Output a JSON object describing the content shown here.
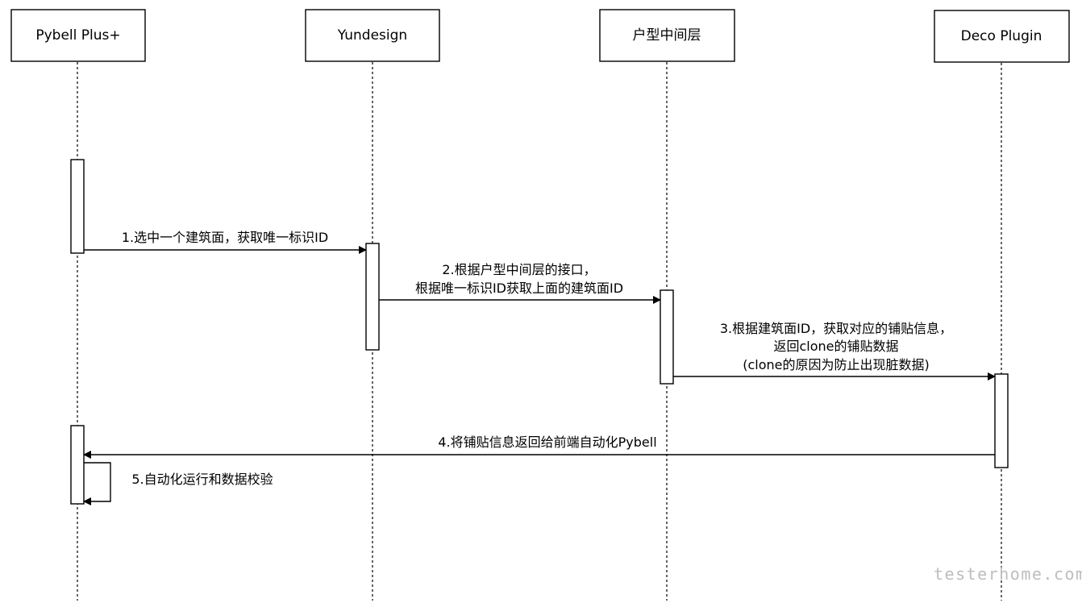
{
  "participants": [
    {
      "id": "pybell",
      "label": "Pybell Plus+"
    },
    {
      "id": "yundesign",
      "label": "Yundesign"
    },
    {
      "id": "huxing",
      "label": "户型中间层"
    },
    {
      "id": "deco",
      "label": "Deco Plugin"
    }
  ],
  "messages": [
    {
      "from": "pybell",
      "to": "yundesign",
      "lines": [
        "1.选中一个建筑面，获取唯一标识ID"
      ]
    },
    {
      "from": "yundesign",
      "to": "huxing",
      "lines": [
        "2.根据户型中间层的接口，",
        "根据唯一标识ID获取上面的建筑面ID"
      ]
    },
    {
      "from": "huxing",
      "to": "deco",
      "lines": [
        "3.根据建筑面ID，获取对应的铺贴信息，",
        "返回clone的铺贴数据",
        "(clone的原因为防止出现脏数据)"
      ]
    },
    {
      "from": "deco",
      "to": "pybell",
      "lines": [
        "4.将铺贴信息返回给前端自动化Pybell"
      ]
    },
    {
      "from": "pybell",
      "to": "pybell",
      "lines": [
        "5.自动化运行和数据校验"
      ],
      "self": true
    }
  ],
  "watermark": "testerhome.com",
  "colors": {
    "stroke": "#000000",
    "background": "#ffffff",
    "watermark": "#bdbdbd"
  }
}
